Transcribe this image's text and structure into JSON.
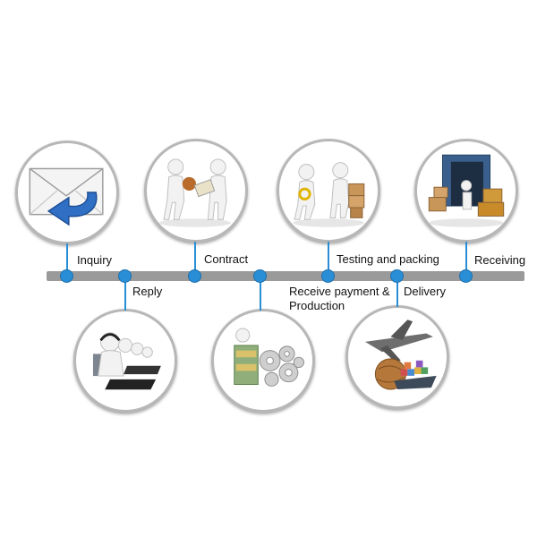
{
  "steps": {
    "inquiry": "Inquiry",
    "reply": "Reply",
    "contract": "Contract",
    "production_line1": "Receive payment &",
    "production_line2": "Production",
    "testing": "Testing and packing",
    "delivery": "Delivery",
    "receiving": "Receiving"
  },
  "icons": {
    "inquiry": "envelope-reply-icon",
    "reply": "call-center-icon",
    "contract": "handshake-contract-icon",
    "production": "money-gears-icon",
    "testing": "inspection-packing-icon",
    "delivery": "airplane-globe-ship-icon",
    "receiving": "warehouse-boxes-icon"
  },
  "colors": {
    "node": "#2a8ed6",
    "bar": "#9a9a9a"
  }
}
